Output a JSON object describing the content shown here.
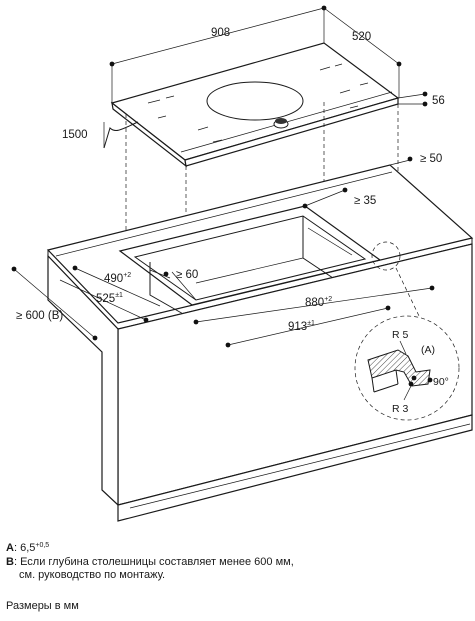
{
  "dimensions": {
    "hob_width": "908",
    "hob_depth": "520",
    "hob_height": "56",
    "cable_length": "1500",
    "rear_clearance": "≥ 50",
    "rear_gap": "≥ 35",
    "cutout_depth_inner": "490",
    "cutout_depth_inner_tol": "+2",
    "front_gap": "≥ 60",
    "cutout_depth_outer": "525",
    "cutout_depth_outer_tol": "±1",
    "cutout_width_inner": "880",
    "cutout_width_inner_tol": "+2",
    "cutout_width_outer": "913",
    "cutout_width_outer_tol": "±1",
    "worktop_depth": "≥ 600 (B)",
    "radius_top": "R 5",
    "radius_bottom": "R 3",
    "detail_marker": "(A)",
    "angle": "90°"
  },
  "notes": {
    "a_label": "A",
    "a_value": "6,5",
    "a_tol": "+0,5",
    "b_label": "B",
    "b_line1": "Если глубина столешницы составляет менее 600 мм,",
    "b_line2": "см. руководство по монтажу.",
    "units": "Размеры в мм"
  }
}
